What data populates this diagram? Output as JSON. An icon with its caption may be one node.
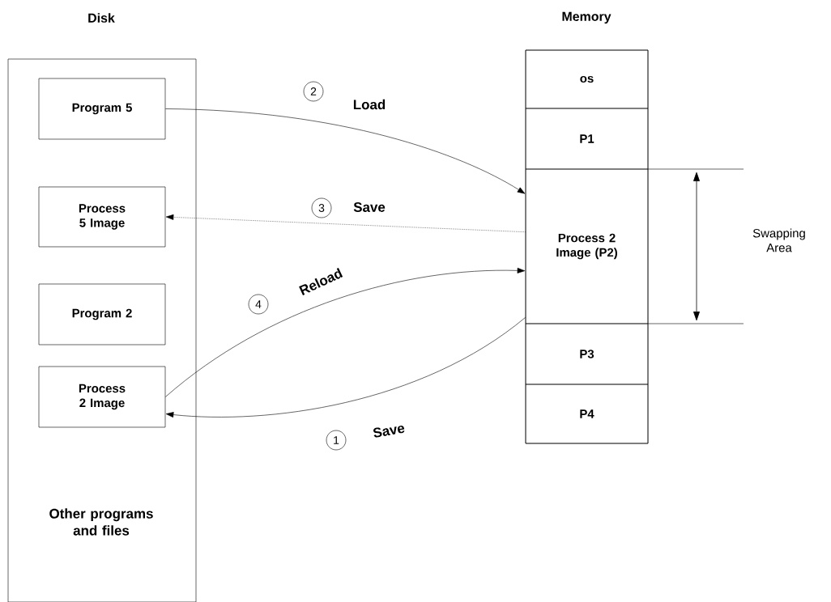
{
  "diagram": {
    "nodes": [
      {
        "text": [
          "Disk",
          "Other programs and files"
        ]
      },
      {
        "text": [
          "Program 5"
        ],
        "in": 0
      },
      {
        "text": [
          "Process 5 Image"
        ],
        "in": 0
      },
      {
        "text": [
          "Program 2"
        ],
        "in": 0
      },
      {
        "text": [
          "Process 2 Image"
        ],
        "in": 0
      },
      {
        "text": [
          "Memory"
        ]
      },
      {
        "text": [
          "os"
        ],
        "in": 5
      },
      {
        "text": [
          "P1"
        ],
        "in": 5
      },
      {
        "text": [
          "Process 2 Image (P2)"
        ],
        "in": 5
      },
      {
        "text": [
          "P3"
        ],
        "in": 5
      },
      {
        "text": [
          "P4"
        ],
        "in": 5
      }
    ],
    "edges": [
      {
        "from": 1,
        "to": 8,
        "arrow": "to",
        "label": "Load"
      },
      {
        "from": 8,
        "to": 2,
        "arrow": "to",
        "label": "Save",
        "style": "dashed"
      },
      {
        "from": 4,
        "to": 8,
        "arrow": "to",
        "label": "Reload"
      },
      {
        "from": 8,
        "to": 4,
        "arrow": "to",
        "label": "Save"
      }
    ],
    "labels": [
      "2",
      "3",
      "4",
      "1",
      "Swapping Area"
    ]
  }
}
